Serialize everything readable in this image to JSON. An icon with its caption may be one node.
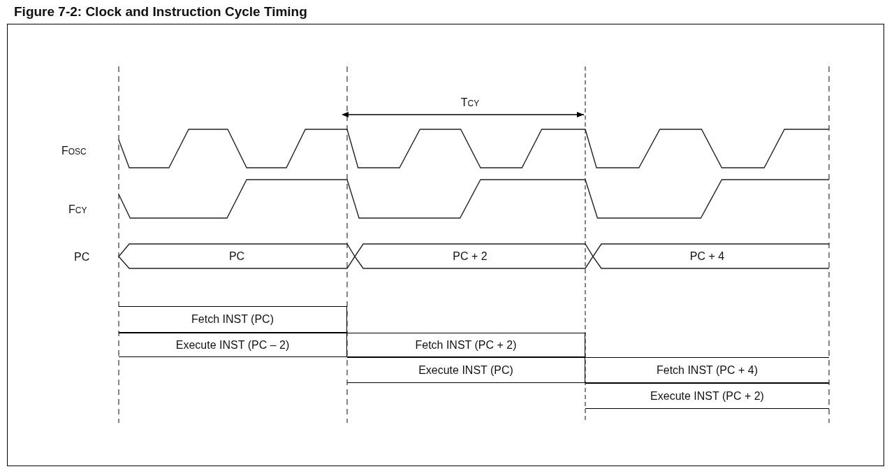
{
  "diagram": {
    "title": "Figure 7-2: Clock and Instruction Cycle Timing",
    "nodes": [
      {
        "text": [
          "PC"
        ]
      },
      {
        "text": [
          "PC + 2"
        ]
      },
      {
        "text": [
          "PC + 4"
        ]
      },
      {
        "text": [
          "Fetch INST (PC)"
        ]
      },
      {
        "text": [
          "Execute INST (PC – 2)"
        ]
      },
      {
        "text": [
          "Fetch INST (PC + 2)"
        ]
      },
      {
        "text": [
          "Execute INST (PC)"
        ]
      },
      {
        "text": [
          "Fetch INST (PC + 4)"
        ]
      },
      {
        "text": [
          "Execute INST (PC + 2)"
        ]
      }
    ],
    "labels": [
      "T$_{CY}$",
      "F$_{OSC}$",
      "F$_{CY}$",
      "PC"
    ]
  }
}
